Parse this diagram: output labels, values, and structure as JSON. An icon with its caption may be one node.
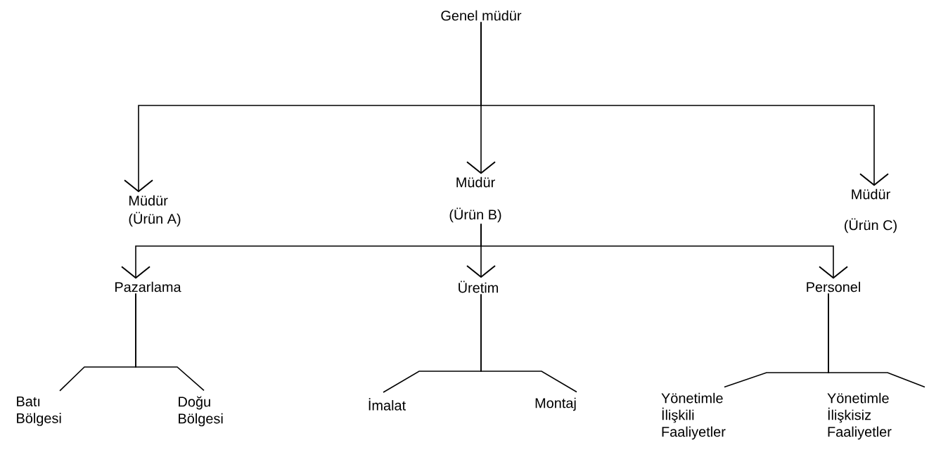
{
  "diagram": {
    "nodes": [
      {
        "text": [
          "Genel müdür"
        ]
      },
      {
        "text": [
          "Müdür",
          "(Ürün A)"
        ]
      },
      {
        "text": [
          "Müdür",
          "(Ürün B)"
        ]
      },
      {
        "text": [
          "Müdür",
          "(Ürün C)"
        ]
      },
      {
        "text": [
          "Pazarlama"
        ]
      },
      {
        "text": [
          "Üretim"
        ]
      },
      {
        "text": [
          "Personel"
        ]
      },
      {
        "text": [
          "Batı Bölgesi"
        ]
      },
      {
        "text": [
          "Doğu Bölgesi"
        ]
      },
      {
        "text": [
          "İmalat"
        ]
      },
      {
        "text": [
          "Montaj"
        ]
      },
      {
        "text": [
          "Yönetimle İlişkili Faaliyetler"
        ]
      },
      {
        "text": [
          "Yönetimle İlişkisiz Faaliyetler"
        ]
      }
    ],
    "edges": [
      {
        "from": 0,
        "to": 1,
        "arrow": "to"
      },
      {
        "from": 0,
        "to": 2,
        "arrow": "to"
      },
      {
        "from": 0,
        "to": 3,
        "arrow": "to"
      },
      {
        "from": 2,
        "to": 4,
        "arrow": "to"
      },
      {
        "from": 2,
        "to": 5,
        "arrow": "to"
      },
      {
        "from": 2,
        "to": 6,
        "arrow": "to"
      },
      {
        "from": 4,
        "to": 7,
        "arrow": "none"
      },
      {
        "from": 4,
        "to": 8,
        "arrow": "none"
      },
      {
        "from": 5,
        "to": 9,
        "arrow": "none"
      },
      {
        "from": 5,
        "to": 10,
        "arrow": "none"
      },
      {
        "from": 6,
        "to": 11,
        "arrow": "none"
      },
      {
        "from": 6,
        "to": 12,
        "arrow": "none"
      }
    ]
  }
}
